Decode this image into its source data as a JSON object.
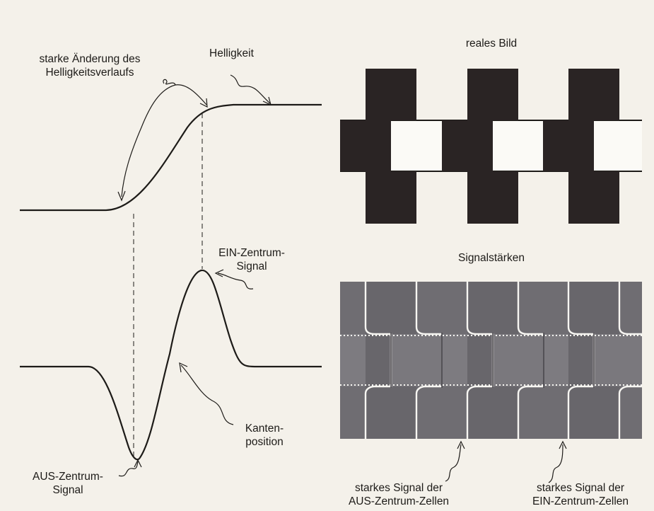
{
  "left_panel": {
    "label_edge_change": [
      "starke Änderung des",
      "Helligkeitsverlaufs"
    ],
    "label_brightness": "Helligkeit",
    "label_on_center": [
      "EIN-Zentrum-",
      "Signal"
    ],
    "label_edge_position": [
      "Kanten-",
      "position"
    ],
    "label_off_center": [
      "AUS-Zentrum-",
      "Signal"
    ]
  },
  "right_panel": {
    "title_real_image": "reales Bild",
    "title_signal_strength": "Signalstärken",
    "label_off_cells": [
      "starkes Signal der",
      "AUS-Zentrum-Zellen"
    ],
    "label_on_cells": [
      "starkes Signal der",
      "EIN-Zentrum-Zellen"
    ]
  },
  "colors": {
    "paper": "#f4f1ea",
    "ink": "#1d1b18",
    "dark_square": "#2a2424",
    "signal_gray": "#6f6d72",
    "signal_gray_light": "#7d7b80"
  }
}
